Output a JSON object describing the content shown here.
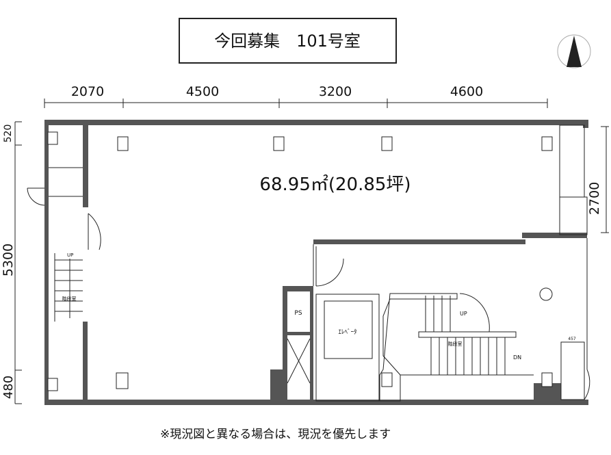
{
  "title": "今回募集　101号室",
  "dimensions_top": [
    "2070",
    "4500",
    "3200",
    "4600"
  ],
  "dimensions_left": [
    "520",
    "5300",
    "480"
  ],
  "dimension_right": "2700",
  "area_label": "68.95㎡(20.85坪)",
  "labels": {
    "ps": "PS",
    "elevator": "ｴﾚﾍﾞｰﾀ",
    "stair_up": "UP",
    "stair_dn": "DN",
    "left_stair_up": "UP",
    "left_stair_name": "階段室",
    "main_stair_name": "階段室",
    "small_tag": "457"
  },
  "note": "※現況図と異なる場合は、現況を優先します",
  "compass_icon": "north-arrow"
}
